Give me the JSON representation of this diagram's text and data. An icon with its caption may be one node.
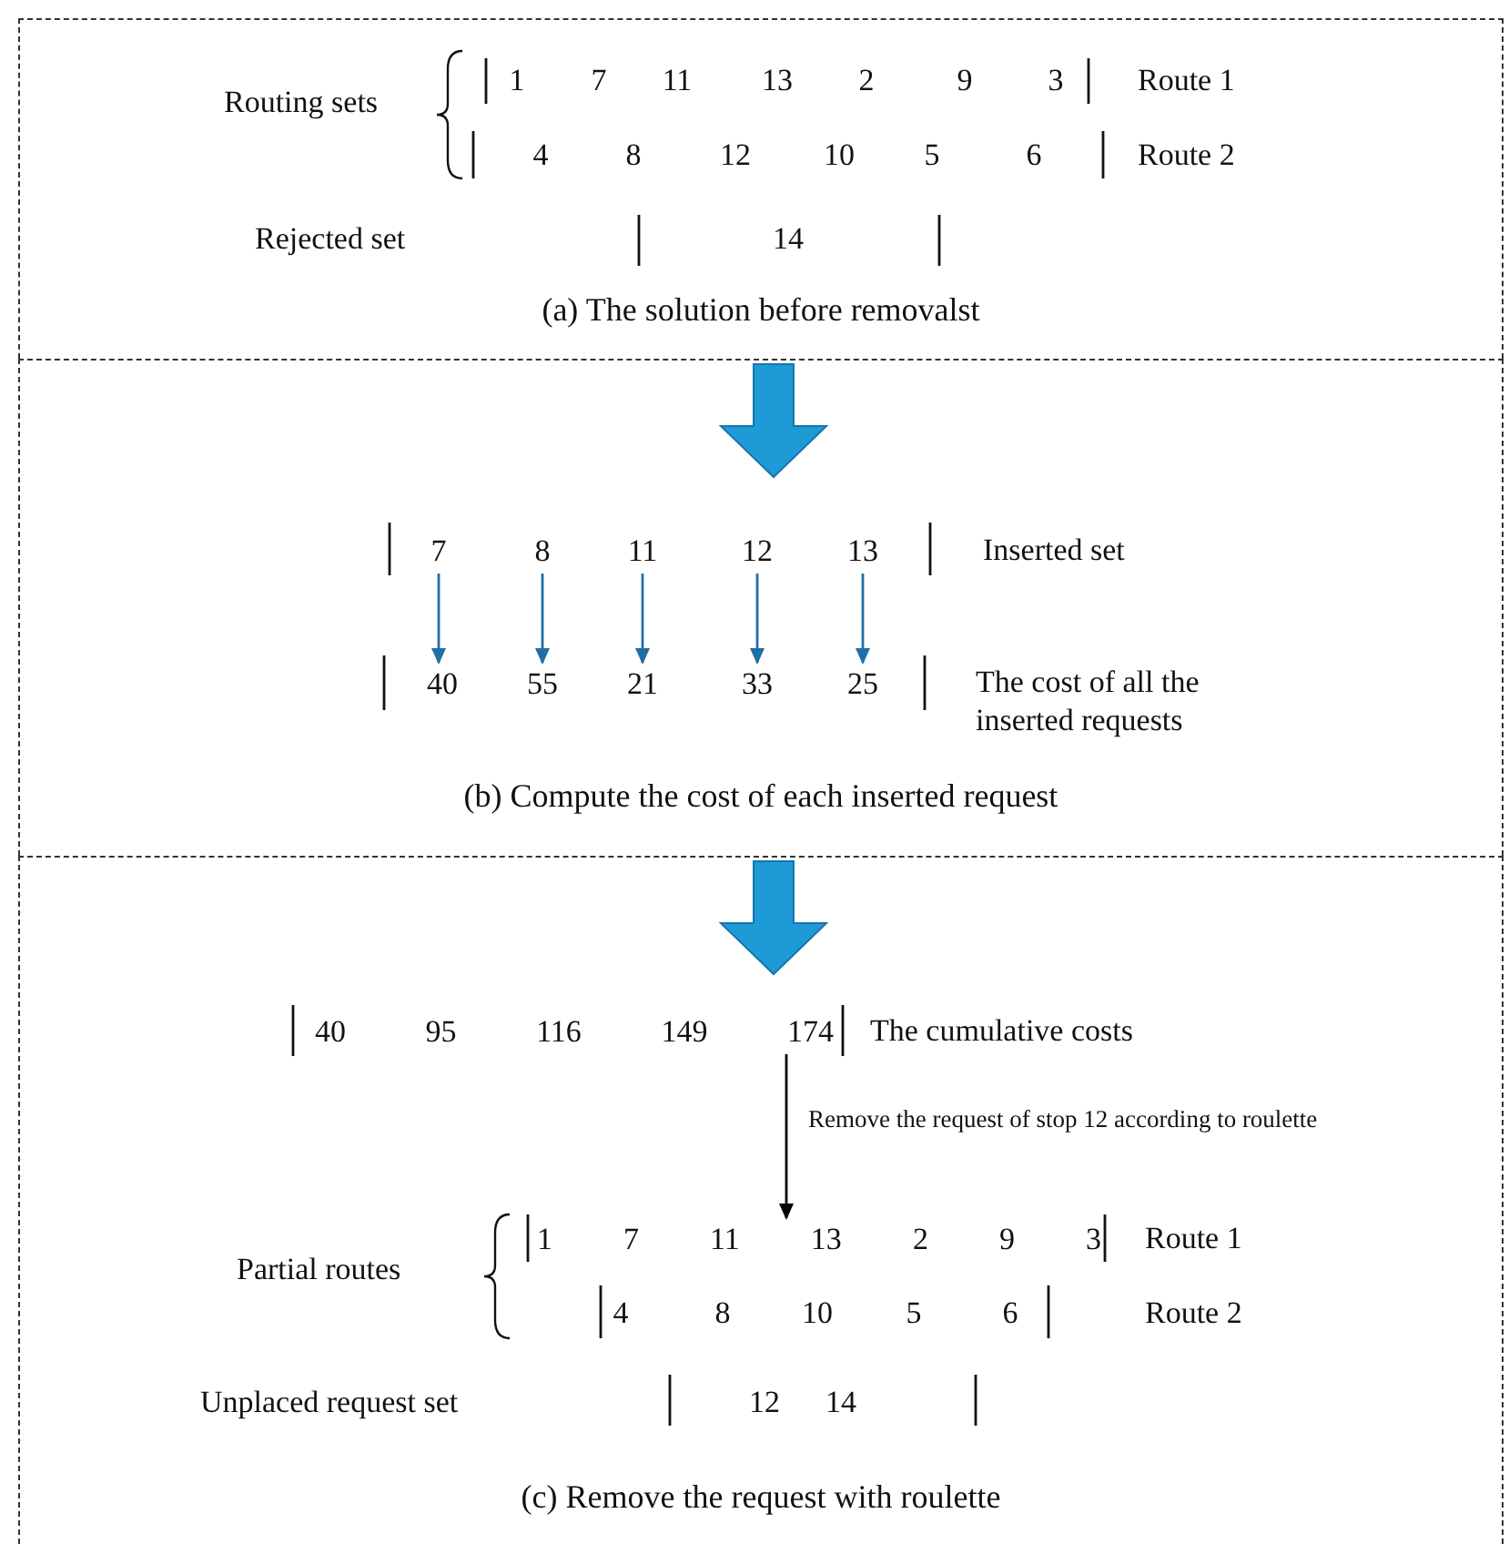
{
  "diagram": {
    "nodes": [
      {
        "text": [
          "(a) The solution before removalst"
        ]
      },
      {
        "text": [
          "(b) Compute the cost of each inserted request"
        ]
      },
      {
        "text": [
          "(c) Remove the request with roulette"
        ]
      },
      {
        "text": [
          "7"
        ],
        "in": 1
      },
      {
        "text": [
          "8"
        ],
        "in": 1
      },
      {
        "text": [
          "11"
        ],
        "in": 1
      },
      {
        "text": [
          "12"
        ],
        "in": 1
      },
      {
        "text": [
          "13"
        ],
        "in": 1
      },
      {
        "text": [
          "40"
        ],
        "in": 1
      },
      {
        "text": [
          "55"
        ],
        "in": 1
      },
      {
        "text": [
          "21"
        ],
        "in": 1
      },
      {
        "text": [
          "33"
        ],
        "in": 1
      },
      {
        "text": [
          "25"
        ],
        "in": 1
      },
      {
        "text": [
          "40",
          "95",
          "116",
          "149",
          "174"
        ],
        "in": 2
      },
      {
        "text": [
          "1",
          "7",
          "11",
          "13",
          "2",
          "9",
          "3"
        ],
        "in": 2
      }
    ],
    "edges": [
      {
        "from": 0,
        "to": 1,
        "arrow": "to",
        "style": "thick",
        "color": "#1e9bd7"
      },
      {
        "from": 1,
        "to": 2,
        "arrow": "to",
        "style": "thick",
        "color": "#1e9bd7"
      },
      {
        "from": 3,
        "to": 8,
        "arrow": "to"
      },
      {
        "from": 4,
        "to": 9,
        "arrow": "to"
      },
      {
        "from": 5,
        "to": 10,
        "arrow": "to"
      },
      {
        "from": 6,
        "to": 11,
        "arrow": "to"
      },
      {
        "from": 7,
        "to": 12,
        "arrow": "to"
      },
      {
        "from": 13,
        "to": 14,
        "arrow": "to",
        "label": "Remove the request of stop 12 according to roulette",
        "color": "#000000"
      }
    ],
    "labels": [
      "Routing sets",
      "1",
      "7",
      "11",
      "13",
      "2",
      "9",
      "3",
      "Route 1",
      "4",
      "8",
      "12",
      "10",
      "5",
      "6",
      "Route 2",
      "Rejected set",
      "14",
      "Inserted set",
      "The cost of all the inserted requests",
      "The cumulative costs",
      "Partial routes",
      "Route 1",
      "4",
      "8",
      "10",
      "5",
      "6",
      "Route 2",
      "Unplaced request set",
      "12",
      "14"
    ]
  }
}
